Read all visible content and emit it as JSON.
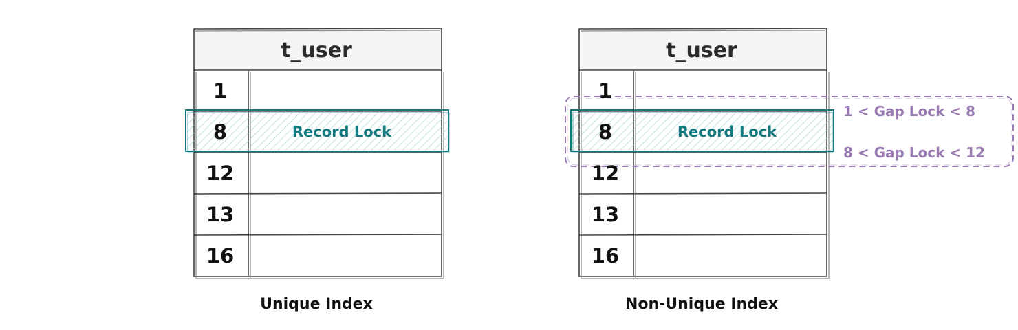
{
  "colors": {
    "record_lock": "#137a7f",
    "gap_lock": "#9a7ab3",
    "header_fill": "#f5f5f5",
    "border": "#444444"
  },
  "panels": [
    {
      "table_name": "t_user",
      "keys": [
        "1",
        "8",
        "12",
        "13",
        "16"
      ],
      "locked_key_index": 1,
      "record_lock_label": "Record Lock",
      "caption": "Unique Index",
      "gap_locks": []
    },
    {
      "table_name": "t_user",
      "keys": [
        "1",
        "8",
        "12",
        "13",
        "16"
      ],
      "locked_key_index": 1,
      "record_lock_label": "Record Lock",
      "caption": "Non-Unique Index",
      "gap_locks": [
        "1 < Gap Lock < 8",
        "8 < Gap Lock < 12"
      ]
    }
  ]
}
